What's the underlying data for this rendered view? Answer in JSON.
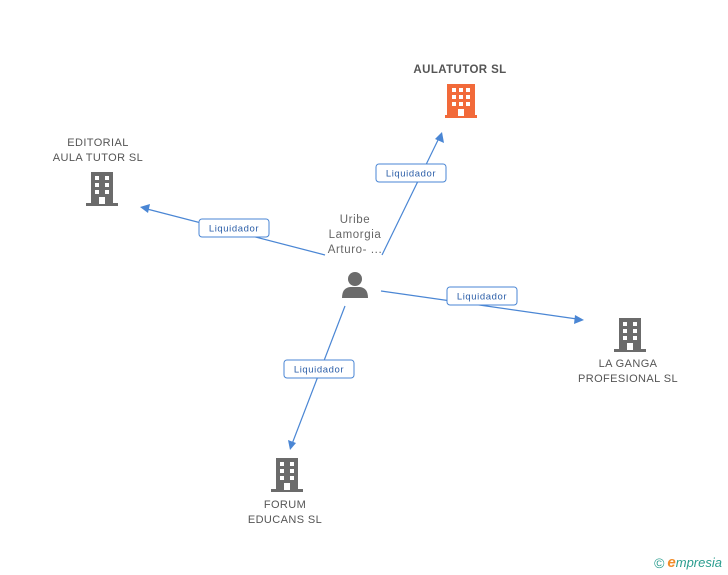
{
  "person": {
    "name_lines": [
      "Uribe",
      "Lamorgia",
      "Arturo- ..."
    ]
  },
  "companies": {
    "aulatutor": {
      "name_lines": [
        "AULATUTOR SL"
      ],
      "color": "#f26a3a"
    },
    "editorial": {
      "name_lines": [
        "EDITORIAL",
        "AULA TUTOR SL"
      ],
      "color": "#6b6b6b"
    },
    "laganga": {
      "name_lines": [
        "LA GANGA",
        "PROFESIONAL SL"
      ],
      "color": "#6b6b6b"
    },
    "forum": {
      "name_lines": [
        "FORUM",
        "EDUCANS SL"
      ],
      "color": "#6b6b6b"
    }
  },
  "edges": [
    {
      "label": "Liquidador"
    },
    {
      "label": "Liquidador"
    },
    {
      "label": "Liquidador"
    },
    {
      "label": "Liquidador"
    }
  ],
  "edge_color": "#4a86d4",
  "footer": {
    "copyright_symbol": "©",
    "brand_initial": "e",
    "brand_rest": "mpresia"
  }
}
